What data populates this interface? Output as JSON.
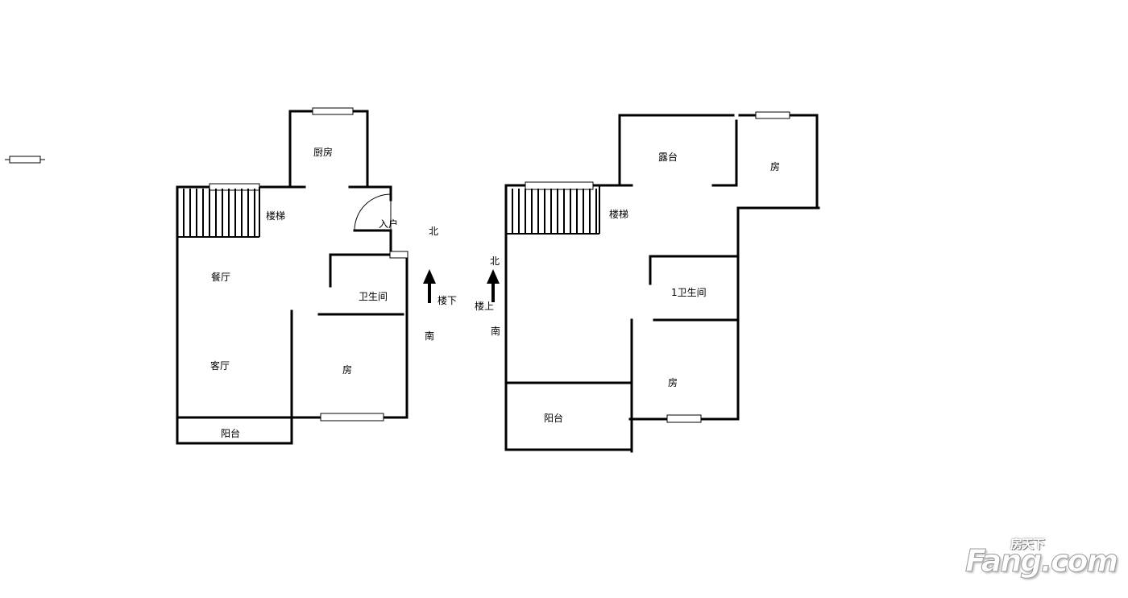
{
  "floor_plan": {
    "lower_floor": {
      "level_label": "楼下",
      "rooms": {
        "kitchen": "厨房",
        "stairs": "楼梯",
        "entrance": "入户",
        "dining": "餐厅",
        "bathroom": "卫生间",
        "living": "客厅",
        "bedroom": "房",
        "balcony": "阳台"
      },
      "compass": {
        "north": "北",
        "south": "南"
      }
    },
    "upper_floor": {
      "level_label": "楼上",
      "rooms": {
        "terrace": "露台",
        "bedroom_north": "房",
        "stairs": "楼梯",
        "bathroom": "1卫生间",
        "bedroom_south": "房",
        "balcony": "阳台"
      },
      "compass": {
        "north": "北",
        "south": "南"
      }
    }
  },
  "watermark": {
    "chinese": "房天下",
    "latin": "Fang.com"
  }
}
